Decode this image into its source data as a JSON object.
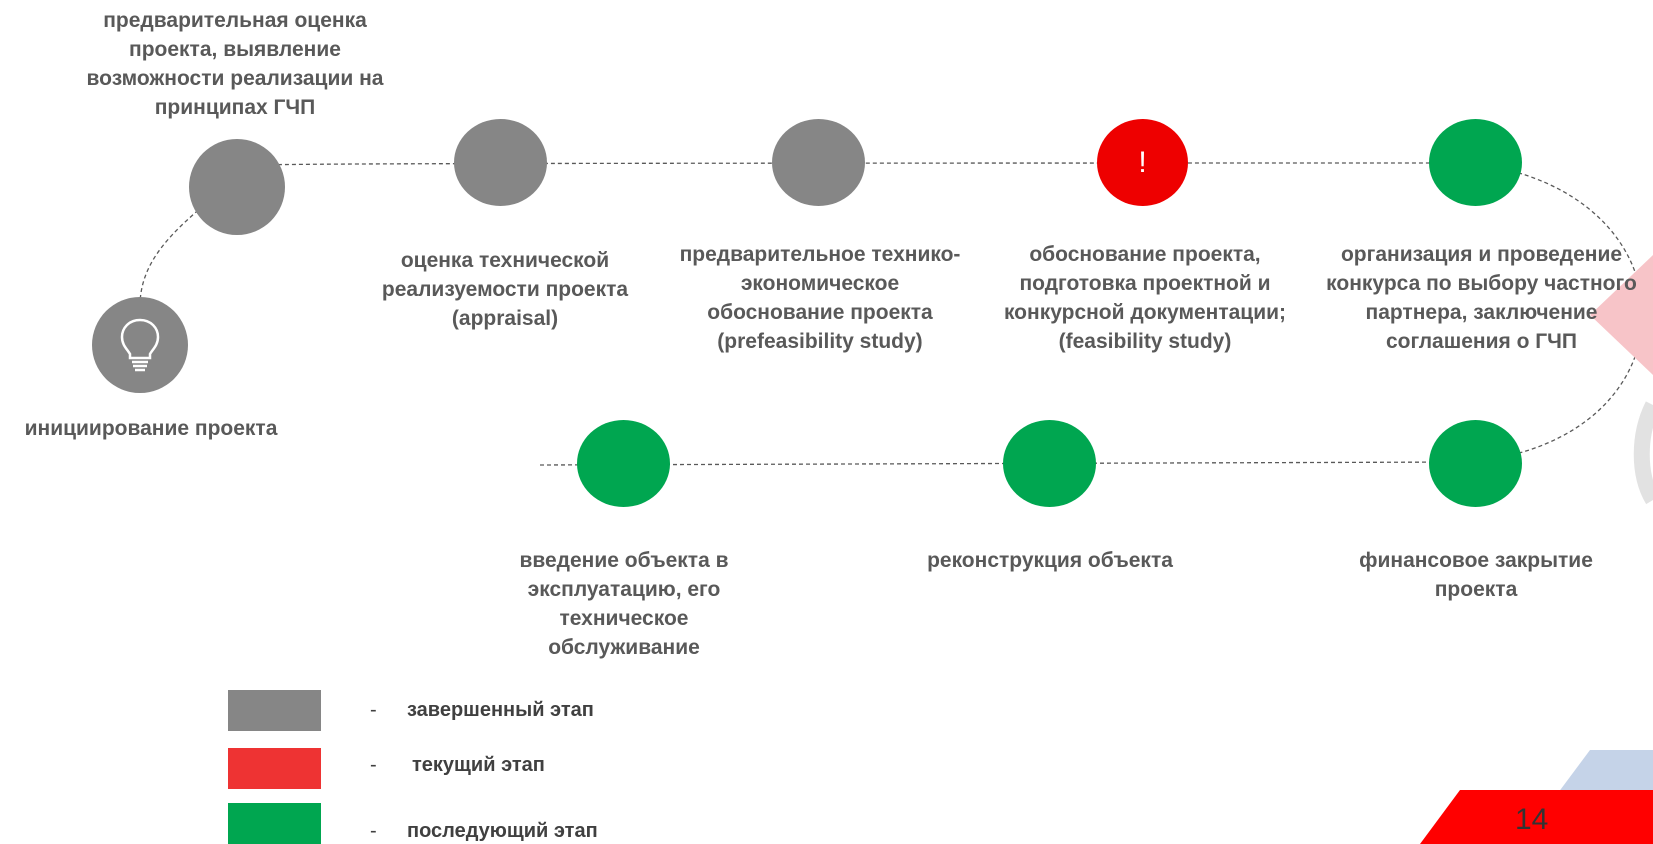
{
  "stages": [
    {
      "id": "initiation",
      "status": "done",
      "label": "инициирование проекта"
    },
    {
      "id": "preliminary",
      "status": "done",
      "label": "предварительная оценка проекта, выявление возможности реализации на принципах ГЧП"
    },
    {
      "id": "appraisal",
      "status": "done",
      "label": "оценка технической реализуемости проекта (appraisal)"
    },
    {
      "id": "prefeasibility",
      "status": "done",
      "label": "предварительное технико-экономическое обоснование проекта (prefeasibility study)"
    },
    {
      "id": "feasibility",
      "status": "current",
      "mark": "!",
      "label": "обоснование проекта, подготовка проектной и конкурсной документации; (feasibility study)"
    },
    {
      "id": "tender",
      "status": "next",
      "label": "организация и проведение конкурса по выбору частного партнера, заключение соглашения о ГЧП"
    },
    {
      "id": "financial_close",
      "status": "next",
      "label": "финансовое закрытие проекта"
    },
    {
      "id": "reconstruction",
      "status": "next",
      "label": "реконструкция объекта"
    },
    {
      "id": "operation",
      "status": "next",
      "label": "введение объекта в эксплуатацию, его техническое обслуживание"
    }
  ],
  "legend": [
    {
      "color": "#868686",
      "dash": "-",
      "text": "завершенный этап"
    },
    {
      "color": "#ee3333",
      "dash": "-",
      "text": "текущий этап"
    },
    {
      "color": "#00a650",
      "dash": "-",
      "text": "последующий этап"
    }
  ],
  "colors": {
    "done": "#868686",
    "current": "#ee0000",
    "next": "#00a650",
    "accent_red": "#ff0000",
    "accent_blue": "#c5d3e8"
  },
  "icons": {
    "initiation": "lightbulb-icon"
  },
  "page_number": "14"
}
